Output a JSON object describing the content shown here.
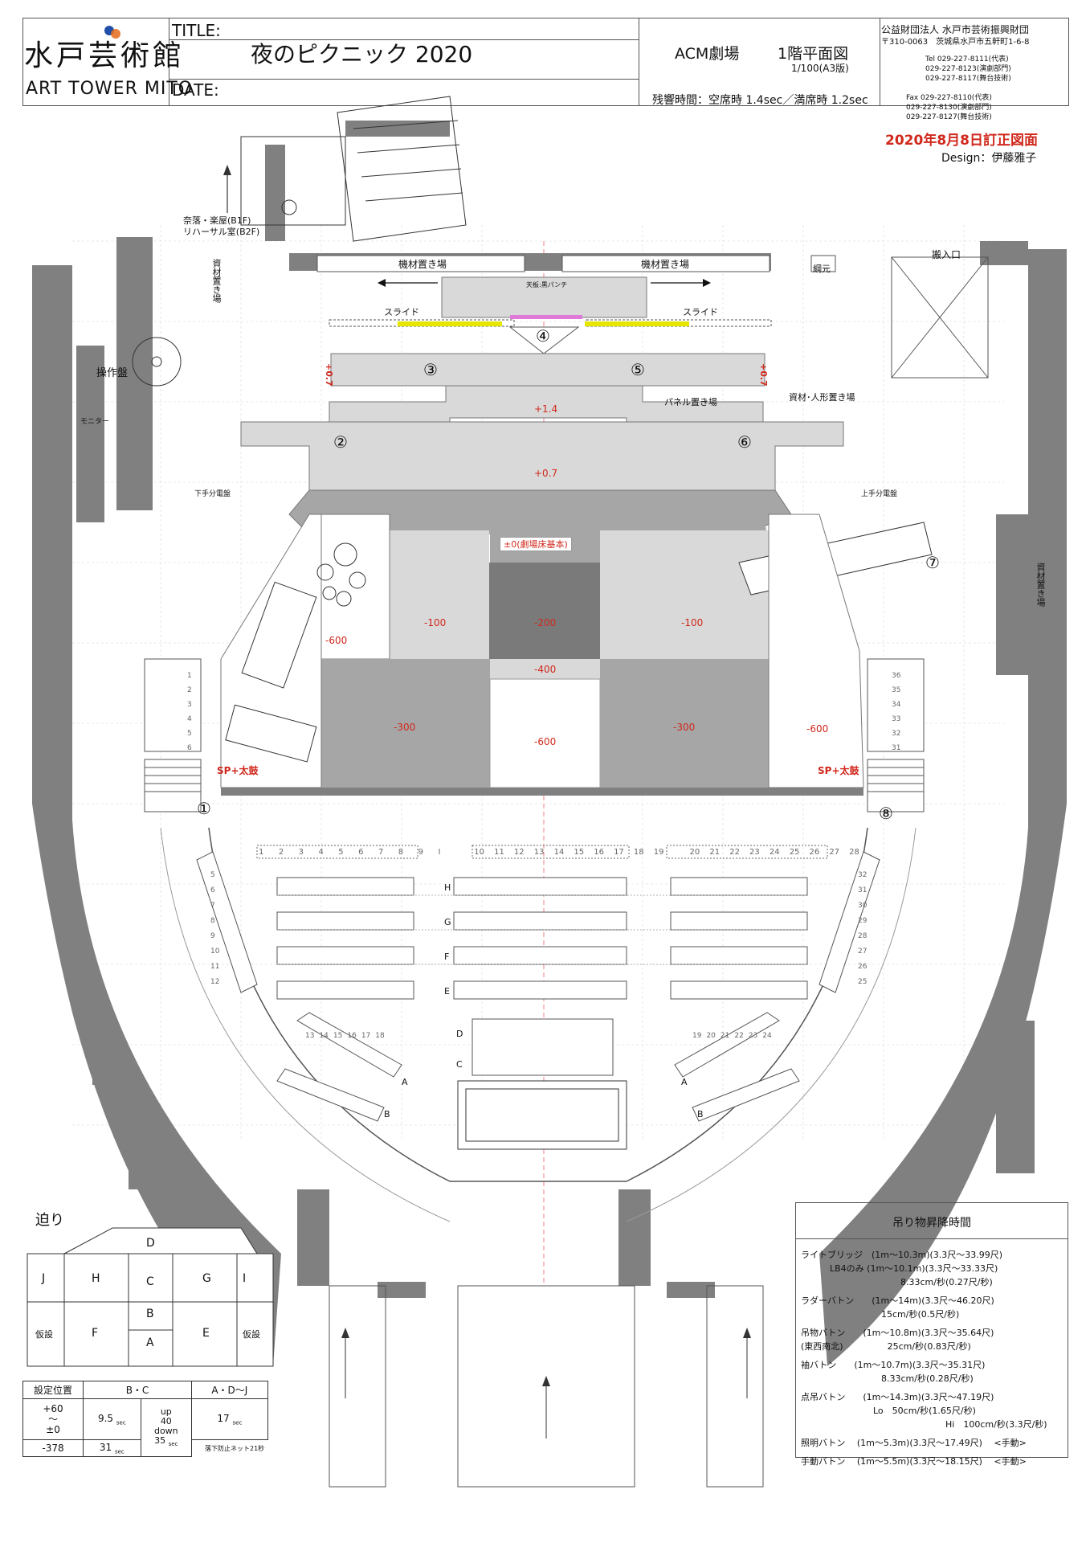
{
  "header": {
    "logo_jp": "水戸芸術館",
    "logo_en": "ART TOWER MITO",
    "title_label": "TITLE:",
    "date_label": "DATE:",
    "title": "夜のピクニック 2020",
    "venue": "ACM劇場",
    "drawing": "1階平面図",
    "scale": "1/100(A3版)",
    "reverb": "残響時間：空席時 1.4sec／満席時 1.2sec",
    "org": "公益財団法人 水戸市芸術振興財団",
    "address": "〒310-0063　茨城県水戸市五軒町1-6-8",
    "tel": [
      "Tel  029-227-8111(代表)",
      "029-227-8123(演劇部門)",
      "029-227-8117(舞台技術)"
    ],
    "fax": [
      "Fax  029-227-8110(代表)",
      "029-227-8130(演劇部門)",
      "029-227-8127(舞台技術)"
    ],
    "revision": "2020年8月8日訂正図面",
    "designer": "Design：伊藤雅子"
  },
  "plan": {
    "labels": {
      "to_basement": "奈落・楽屋(B1F)",
      "rehearsal": "リハーサル室(B2F)",
      "material_storage_left": "資材置き場",
      "material_storage_right": "資材置き場",
      "equipment_left": "機材置き場",
      "equipment_right": "機材置き場",
      "rope": "綱元",
      "loading": "搬入口",
      "ceiling": "天板:黒パンチ",
      "slide_left": "スライド",
      "slide_right": "スライド",
      "control": "操作盤",
      "monitor": "モニター",
      "panel_storage": "パネル置き場",
      "props_storage": "資材･人形置き場",
      "left_panel": "下手分電盤",
      "right_panel": "上手分電盤",
      "sp_left": "SP+太鼓",
      "sp_right": "SP+太鼓",
      "stage_base": "±0(劇場床基本)"
    },
    "levels": {
      "p07_left": "+0.7",
      "p07_right": "+0.7",
      "p14": "+1.4",
      "p07_center": "+0.7",
      "m600_left": "-600",
      "m100_left": "-100",
      "m200": "-200",
      "m100_right": "-100",
      "m400": "-400",
      "m300_left": "-300",
      "m600_center": "-600",
      "m300_right": "-300",
      "m600_right": "-600"
    },
    "markers": [
      "①",
      "②",
      "③",
      "④",
      "⑤",
      "⑥",
      "⑦",
      "⑧"
    ],
    "front_row_nums": [
      "1",
      "2",
      "3",
      "4",
      "5",
      "6",
      "7",
      "8",
      "9",
      "I",
      "10",
      "11",
      "12",
      "13",
      "14",
      "15",
      "16",
      "17",
      "18",
      "19",
      "20",
      "21",
      "22",
      "23",
      "24",
      "25",
      "26",
      "27",
      "28"
    ],
    "row_letters": [
      "H",
      "G",
      "F",
      "E",
      "D",
      "C",
      "A",
      "B",
      "A",
      "B"
    ],
    "left_side_seats": [
      "1",
      "2",
      "3",
      "4",
      "5",
      "6"
    ],
    "right_side_seats": [
      "36",
      "35",
      "34",
      "33",
      "32",
      "31"
    ],
    "left_arc_seats": [
      "5",
      "6",
      "7",
      "8",
      "9",
      "10",
      "11",
      "12"
    ],
    "right_arc_seats": [
      "32",
      "31",
      "30",
      "29",
      "28",
      "27",
      "26",
      "25"
    ],
    "left_low_seats": [
      "13",
      "14",
      "15",
      "16",
      "17",
      "18"
    ],
    "right_low_seats": [
      "19",
      "20",
      "21",
      "22",
      "23",
      "24"
    ]
  },
  "lift": {
    "title": "迫り",
    "cells": [
      "D",
      "J",
      "H",
      "C",
      "G",
      "I",
      "B",
      "仮設",
      "F",
      "A",
      "E",
      "仮設"
    ],
    "table_head": [
      "設定位置",
      "B・C",
      "A・D〜J"
    ],
    "row1_pos": "+60\n〜\n±0",
    "row1_bc": "9.5",
    "up": "up",
    "up_val": "40",
    "down": "down",
    "down_val": "35",
    "row1_ad": "17",
    "row2_pos": "-378",
    "row2_bc": "31",
    "sec": "sec",
    "net": "落下防止ネット21秒"
  },
  "times": {
    "title": "吊り物昇降時間",
    "lines": [
      "ライトブリッジ　(1m〜10.3m)(3.3尺〜33.99尺)",
      "LB4のみ  (1m〜10.1m)(3.3尺〜33.33尺)",
      "8.33cm/秒(0.27尺/秒)",
      "ラダーバトン　　(1m〜14m)(3.3尺〜46.20尺)",
      "15cm/秒(0.5尺/秒)",
      "吊物バトン　　(1m〜10.8m)(3.3尺〜35.64尺)",
      "(東西南北)　　　　　25cm/秒(0.83尺/秒)",
      "袖バトン　　(1m〜10.7m)(3.3尺〜35.31尺)",
      "8.33cm/秒(0.28尺/秒)",
      "点吊バトン　　(1m〜14.3m)(3.3尺〜47.19尺)",
      "Lo　50cm/秒(1.65尺/秒)",
      "Hi　100cm/秒(3.3尺/秒)",
      "照明バトン　 (1m〜5.3m)(3.3尺〜17.49尺)　 <手動>",
      "手動バトン　 (1m〜5.5m)(3.3尺〜18.15尺)　 <手動>"
    ]
  },
  "colors": {
    "wall": "#808080",
    "stage_light": "#d9d9d9",
    "stage_mid": "#a6a6a6",
    "stage_dark": "#7a7a7a",
    "accent_red": "#d0281c",
    "slide_yellow": "#e6e600",
    "slide_pink": "#e07ad8",
    "logo_blue": "#1f4fa8",
    "logo_orange": "#e56a1b"
  }
}
